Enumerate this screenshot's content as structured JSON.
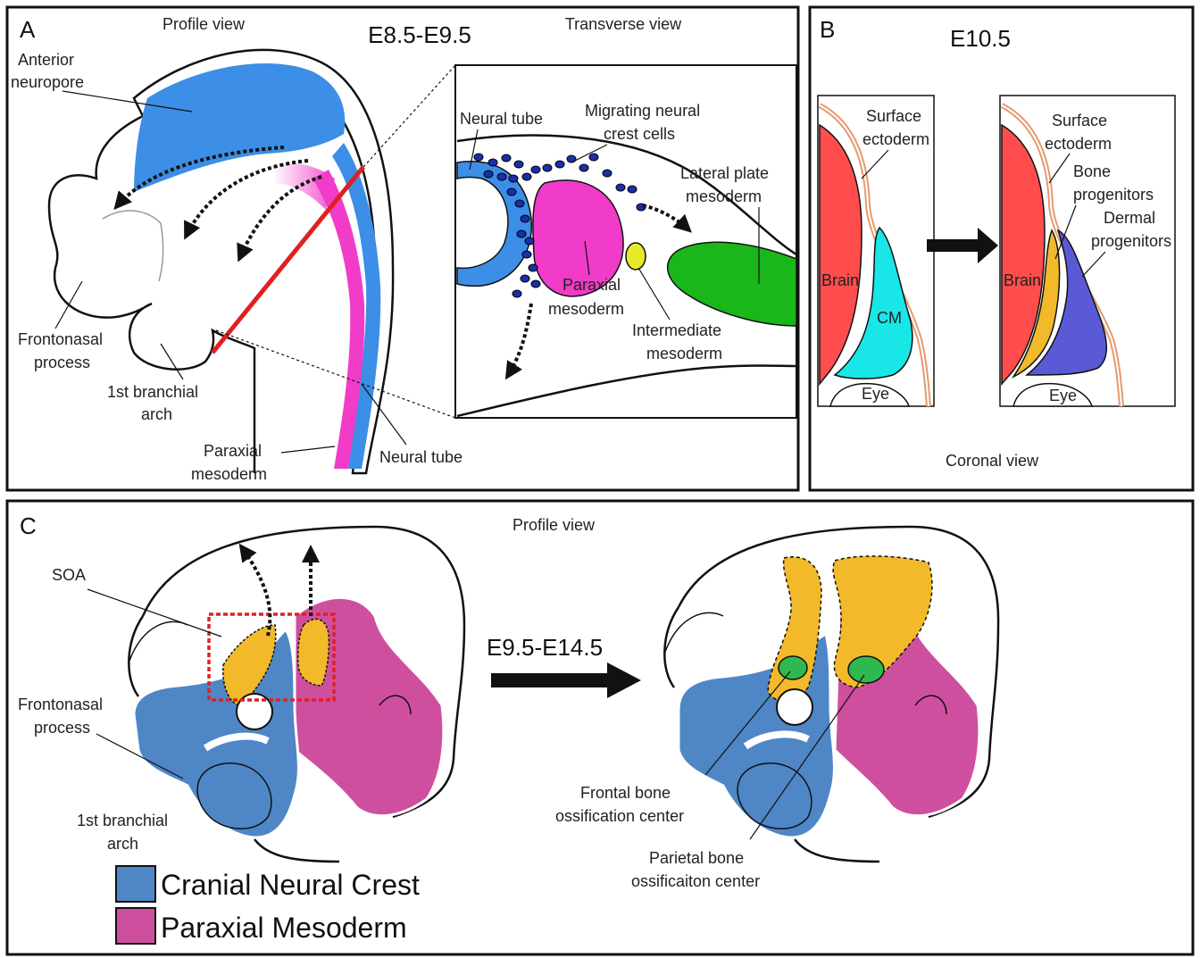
{
  "colors": {
    "neural_crest": "#4f86c6",
    "neural_tube_blue": "#3c8ee6",
    "paraxial_mesoderm": "#cf4f9f",
    "magenta": "#f03cc8",
    "lateral_plate": "#19b719",
    "intermediate": "#e6ea2a",
    "brain": "#ff4d4d",
    "cm": "#19e6e6",
    "bone": "#f2b92a",
    "dermal": "#5a5ad6",
    "ossification": "#2fb84f",
    "red_line": "#e02020",
    "ectoderm": "#e59a6f"
  },
  "panel_a": {
    "letter": "A",
    "profile_view": "Profile view",
    "stage": "E8.5-E9.5",
    "transverse_view": "Transverse view",
    "labels": {
      "anterior_neuropore_1": "Anterior",
      "anterior_neuropore_2": "neuropore",
      "frontonasal_1": "Frontonasal",
      "frontonasal_2": "process",
      "branchial_1": "1st branchial",
      "branchial_2": "arch",
      "paraxial_1": "Paraxial",
      "paraxial_2": "mesoderm",
      "neural_tube": "Neural tube"
    },
    "inset": {
      "neural_tube": "Neural tube",
      "migrating_1": "Migrating neural",
      "migrating_2": "crest cells",
      "lateral_1": "Lateral plate",
      "lateral_2": "mesoderm",
      "paraxial_1": "Paraxial",
      "paraxial_2": "mesoderm",
      "intermediate_1": "Intermediate",
      "intermediate_2": "mesoderm"
    }
  },
  "panel_b": {
    "letter": "B",
    "stage": "E10.5",
    "left": {
      "surface_1": "Surface",
      "surface_2": "ectoderm",
      "brain": "Brain",
      "cm": "CM",
      "eye": "Eye"
    },
    "right": {
      "surface_1": "Surface",
      "surface_2": "ectoderm",
      "bone_1": "Bone",
      "bone_2": "progenitors",
      "dermal_1": "Dermal",
      "dermal_2": "progenitors",
      "brain": "Brain",
      "eye": "Eye"
    },
    "coronal_view": "Coronal view"
  },
  "panel_c": {
    "letter": "C",
    "profile_view": "Profile view",
    "soa": "SOA",
    "frontonasal_1": "Frontonasal",
    "frontonasal_2": "process",
    "branchial_1": "1st branchial",
    "branchial_2": "arch",
    "stage": "E9.5-E14.5",
    "frontal_1": "Frontal bone",
    "frontal_2": "ossification center",
    "parietal_1": "Parietal bone",
    "parietal_2": "ossificaiton center",
    "legend_neural_crest": "Cranial Neural Crest",
    "legend_paraxial": "Paraxial Mesoderm"
  }
}
